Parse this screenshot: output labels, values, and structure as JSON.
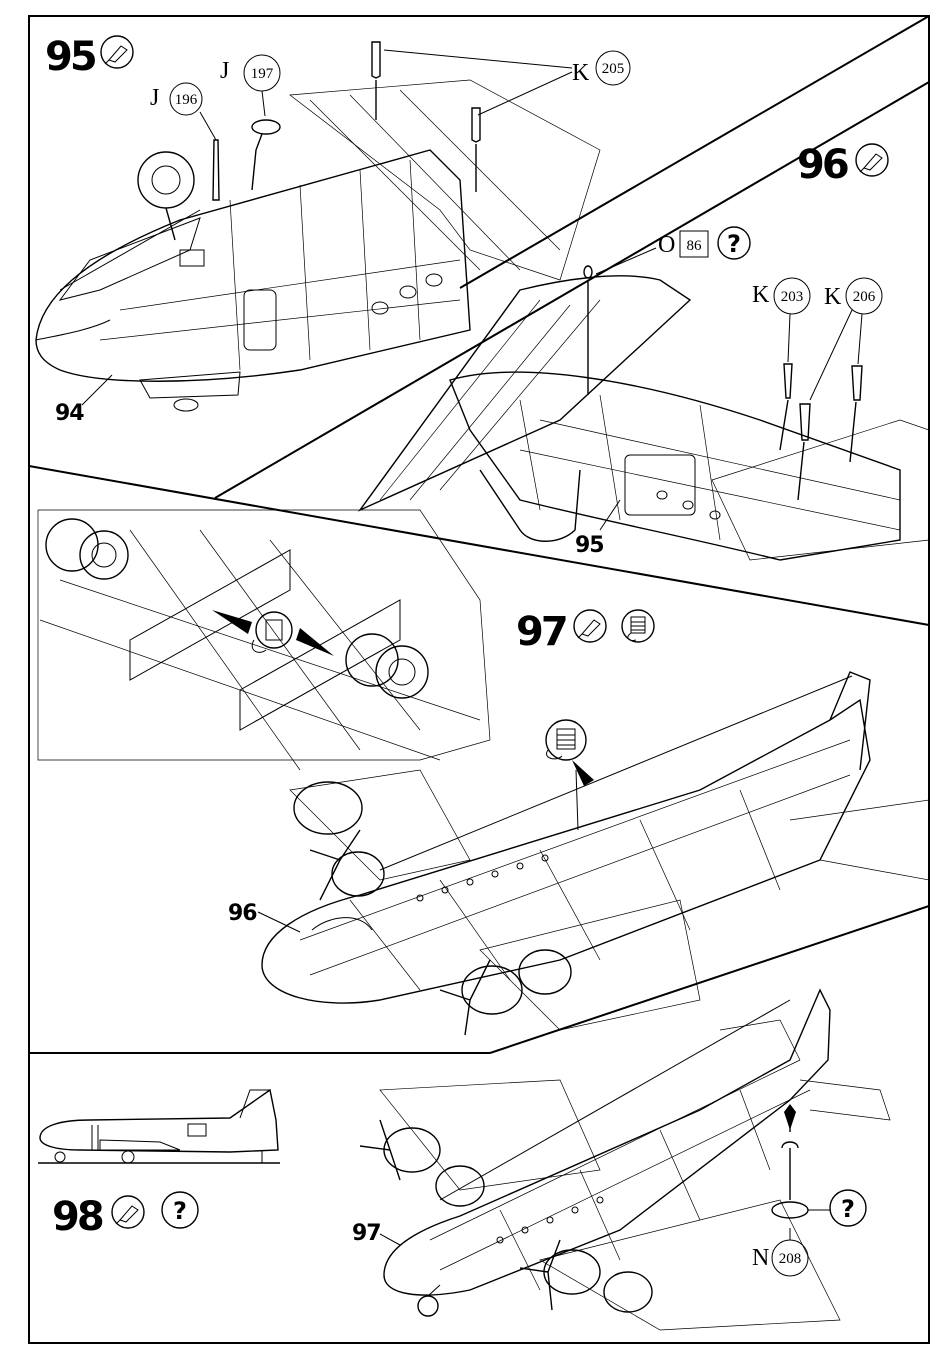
{
  "steps": [
    {
      "number": "95",
      "icons": [
        "glue-tube-icon"
      ],
      "callouts": [
        {
          "letter": "J",
          "number": "196"
        },
        {
          "letter": "J",
          "number": "197"
        },
        {
          "letter": "K",
          "number": "205"
        }
      ],
      "ref": "94"
    },
    {
      "number": "96",
      "icons": [
        "glue-tube-icon"
      ],
      "callouts": [
        {
          "letter": "O",
          "number": "86",
          "boxed": true,
          "question": "?"
        },
        {
          "letter": "K",
          "number": "203"
        },
        {
          "letter": "K",
          "number": "206"
        }
      ],
      "ref": "95"
    },
    {
      "number": "97",
      "icons": [
        "glue-tube-icon",
        "thread-spool-icon"
      ],
      "ref": "96"
    },
    {
      "number": "98",
      "icons": [
        "glue-tube-icon",
        "question-mark-icon"
      ],
      "callouts": [
        {
          "letter": "N",
          "number": "208"
        },
        {
          "letter": "",
          "number": "",
          "question": "?"
        }
      ],
      "ref": "97"
    }
  ]
}
